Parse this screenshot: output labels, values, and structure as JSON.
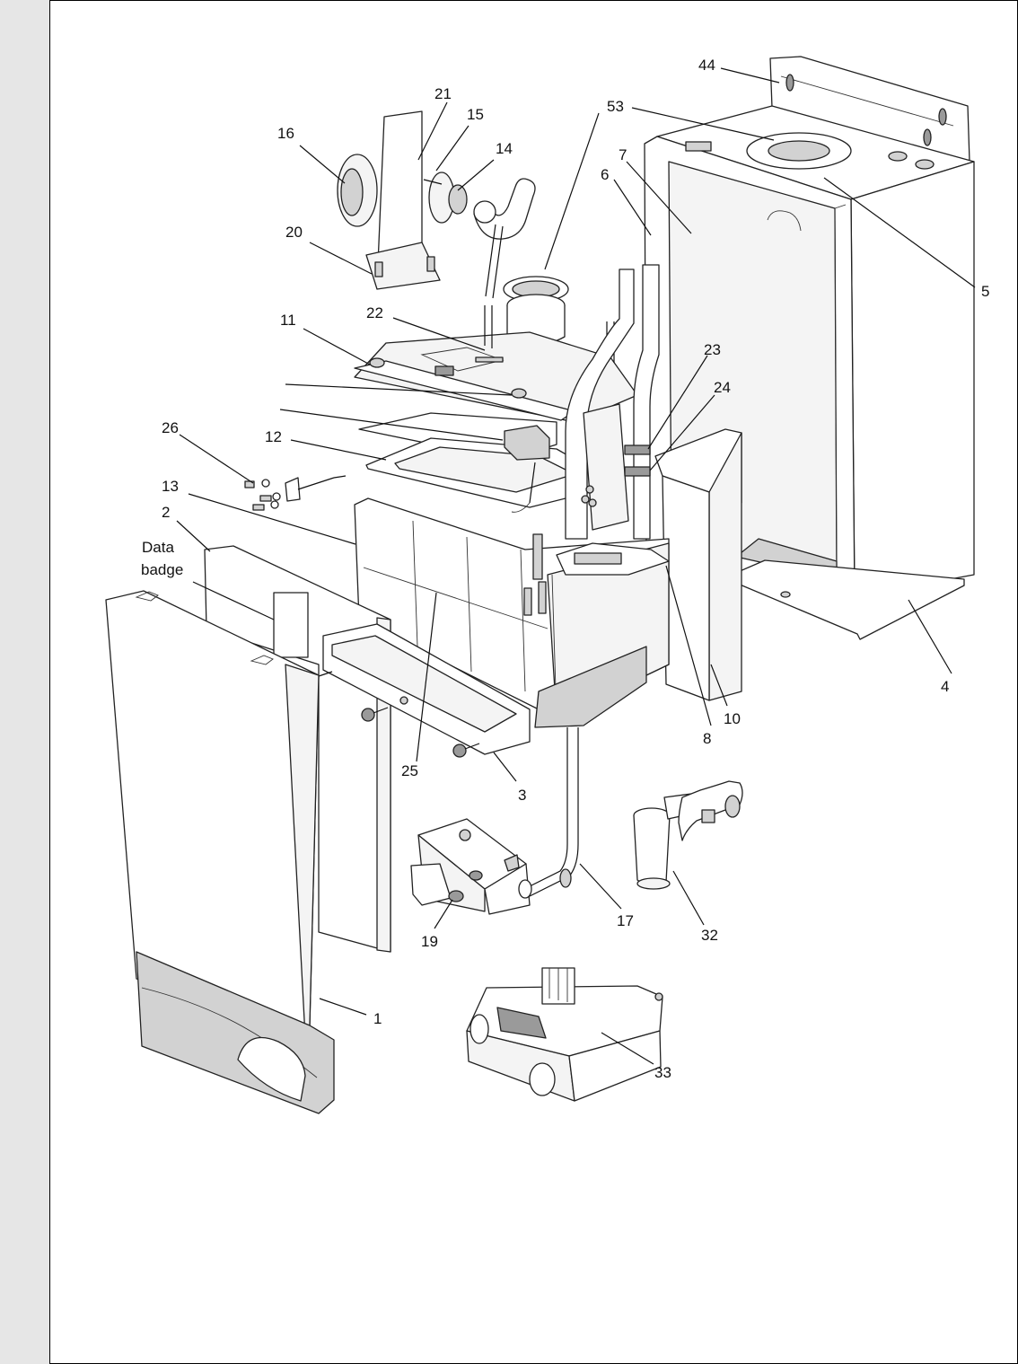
{
  "diagram": {
    "labels": {
      "p44": "44",
      "p21": "21",
      "p15": "15",
      "p53": "53",
      "p16": "16",
      "p14": "14",
      "p7": "7",
      "p6": "6",
      "p20": "20",
      "p5": "5",
      "p11": "11",
      "p22": "22",
      "p23": "23",
      "p24": "24",
      "p26": "26",
      "p12": "12",
      "p13": "13",
      "p2": "2",
      "data_badge_line1": "Data",
      "data_badge_line2": "badge",
      "p4": "4",
      "p10": "10",
      "p8": "8",
      "p25": "25",
      "p3": "3",
      "p17": "17",
      "p32": "32",
      "p19": "19",
      "p1": "1",
      "p33": "33"
    }
  }
}
